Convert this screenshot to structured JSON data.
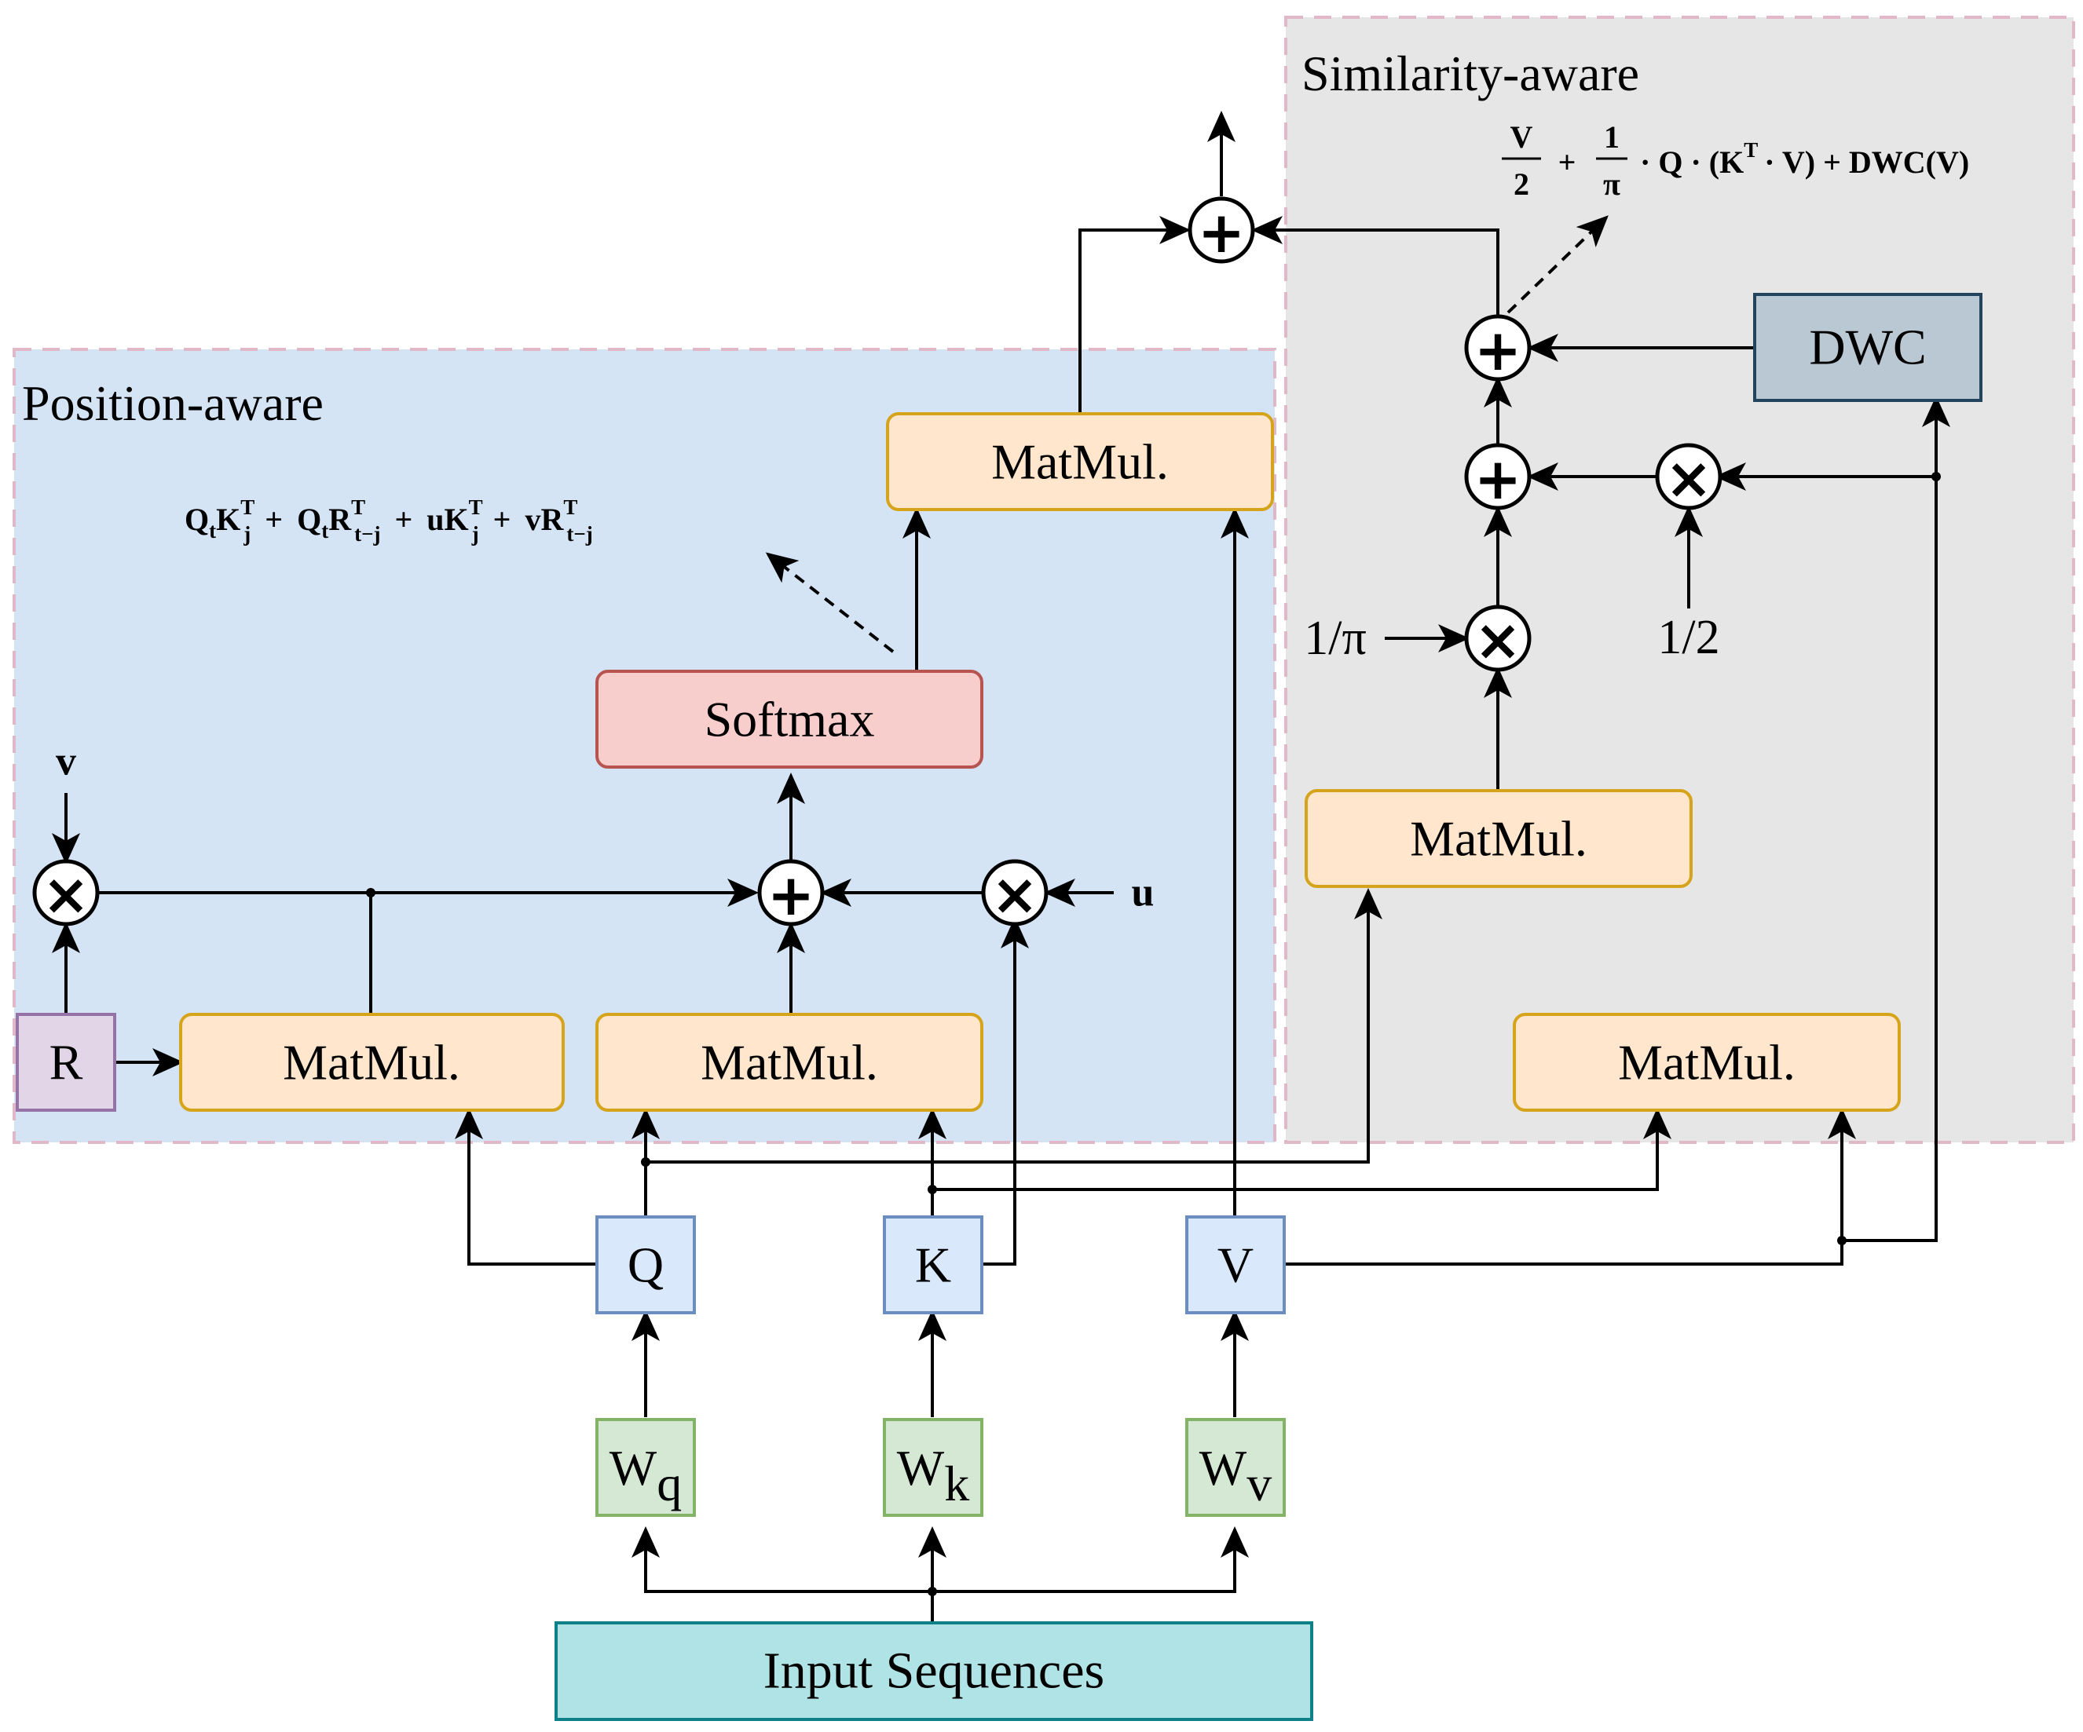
{
  "regions": {
    "position": {
      "title": "Position-aware",
      "fill": "#d4e4f5"
    },
    "similarity": {
      "title": "Similarity-aware",
      "fill": "#e6e6e6"
    }
  },
  "boxes": {
    "input": "Input Sequences",
    "wq": {
      "base": "W",
      "sub": "q"
    },
    "wk": {
      "base": "W",
      "sub": "k"
    },
    "wv": {
      "base": "W",
      "sub": "v"
    },
    "q": "Q",
    "k": "K",
    "v": "V",
    "r": "R",
    "matmul": "MatMul.",
    "softmax": "Softmax",
    "dwc": "DWC"
  },
  "inputs": {
    "v_bias": "v",
    "u_bias": "u",
    "inv_pi": "1/π",
    "half": "1/2"
  },
  "formulas": {
    "position": {
      "t1_Q": "Q",
      "t1_Qsub": "t",
      "t1_K": "K",
      "t1_Ksup": "T",
      "t1_Ksub": "j",
      "plus": "+",
      "t2_Q": "Q",
      "t2_Qsub": "t",
      "t2_R": "R",
      "t2_Rsup": "T",
      "t2_Rsub": "t−j",
      "t3_u": "u",
      "t3_K": "K",
      "t3_Ksup": "T",
      "t3_Ksub": "j",
      "t4_v": "v",
      "t4_R": "R",
      "t4_Rsup": "T",
      "t4_Rsub": "t−j"
    },
    "similarity": {
      "num1": "V",
      "den1": "2",
      "plus": "+",
      "num2": "1",
      "den2": "π",
      "rest_a": "· Q · (K",
      "rest_sup": "T",
      "rest_b": "· V) + DWC(V)"
    }
  },
  "operators": {
    "add_symbol": "+",
    "mul_symbol": "×"
  },
  "colors": {
    "matmul_fill": "#ffe6cc",
    "matmul_stroke": "#d6a41a",
    "softmax_fill": "#f8cecc",
    "softmax_stroke": "#b85450",
    "input_fill": "#b0e3e6",
    "input_stroke": "#0e8088",
    "qkv_fill": "#dae8fc",
    "qkv_stroke": "#6c8ebf",
    "weight_fill": "#d5e8d4",
    "weight_stroke": "#82b366",
    "r_fill": "#e1d5e7",
    "r_stroke": "#9673a6",
    "dwc_fill": "#bac8d3",
    "dwc_stroke": "#23445d",
    "region_border": "#e0b8c8"
  }
}
